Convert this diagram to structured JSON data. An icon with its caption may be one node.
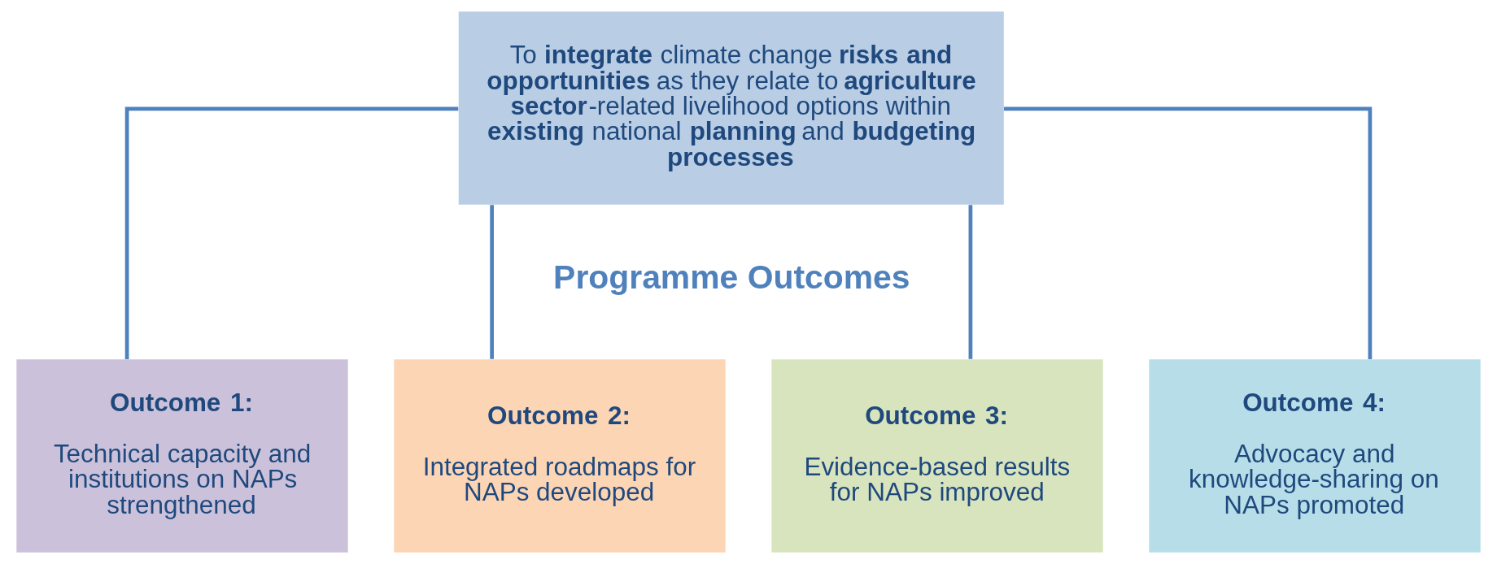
{
  "diagram": {
    "nodes": [
      {
        "text": [
          "To **integrate** climate change **risks and opportunities** as they relate to **agriculture sector**-related livelihood options within **existing** national **planning** and **budgeting processes**"
        ]
      },
      {
        "text": [
          "Outcome 1:",
          "Technical capacity and institutions on NAPs strengthened"
        ]
      },
      {
        "text": [
          "Outcome 2:",
          "Integrated roadmaps for NAPs developed"
        ]
      },
      {
        "text": [
          "Outcome 3:",
          "Evidence-based results for NAPs improved"
        ]
      },
      {
        "text": [
          "Outcome 4:",
          "Advocacy and knowledge-sharing on NAPs promoted"
        ]
      }
    ],
    "edges": [
      {
        "from": 0,
        "to": 1,
        "arrow": "none"
      },
      {
        "from": 0,
        "to": 2,
        "arrow": "none"
      },
      {
        "from": 0,
        "to": 3,
        "arrow": "none"
      },
      {
        "from": 0,
        "to": 4,
        "arrow": "none"
      }
    ],
    "labels": [
      "Programme Outcomes"
    ]
  }
}
